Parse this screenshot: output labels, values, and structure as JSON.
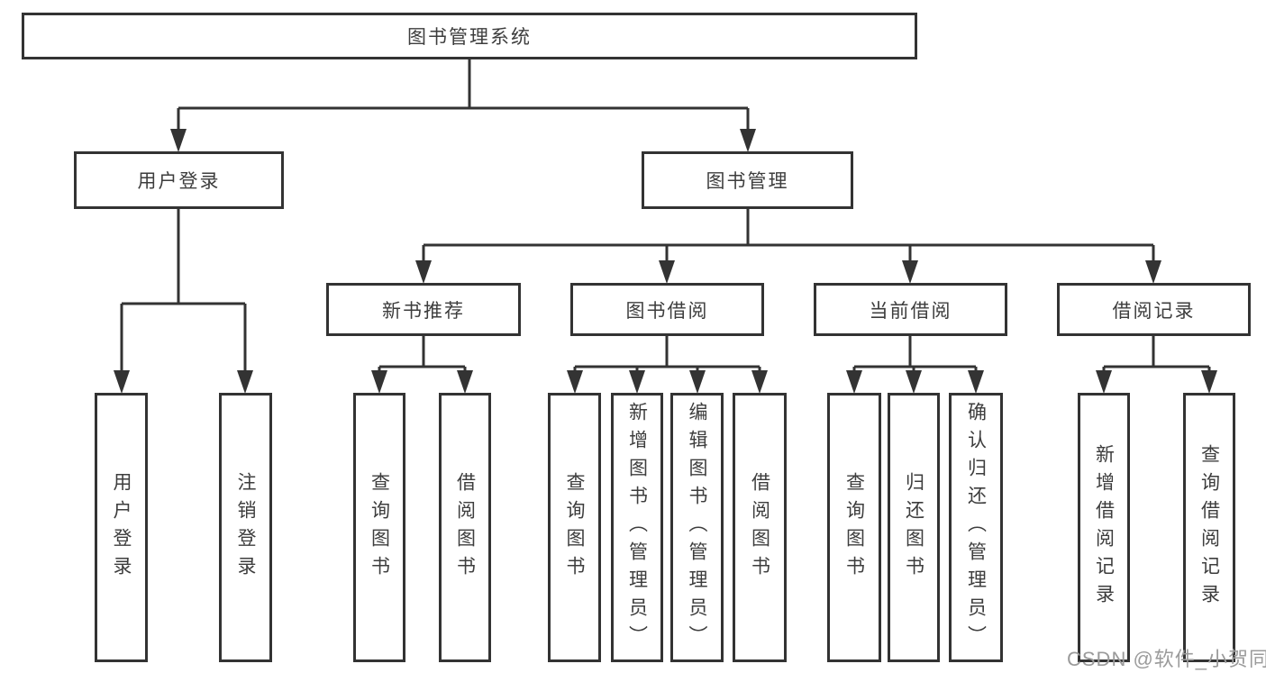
{
  "diagram": {
    "title_box": "图书管理系统",
    "level2": {
      "user_login": "用户登录",
      "book_management": "图书管理"
    },
    "level3": {
      "new_book_recommend": "新书推荐",
      "book_borrow": "图书借阅",
      "current_borrow": "当前借阅",
      "borrow_records": "借阅记录"
    },
    "leaves": {
      "user_login": [
        "用户登录",
        "注销登录"
      ],
      "new_book_recommend": [
        "查询图书",
        "借阅图书"
      ],
      "book_borrow": [
        "查询图书",
        "新增图书（管理员）",
        "编辑图书（管理员）",
        "借阅图书"
      ],
      "current_borrow": [
        "查询图书",
        "归还图书",
        "确认归还（管理员）"
      ],
      "borrow_records": [
        "新增借阅记录",
        "查询借阅记录"
      ]
    },
    "colors": {
      "line": "#333333",
      "text": "#3d3d3d",
      "background": "#ffffff",
      "watermark": "#9b9b9b"
    }
  },
  "watermark": {
    "text": "CSDN @软件_小贺同学"
  }
}
